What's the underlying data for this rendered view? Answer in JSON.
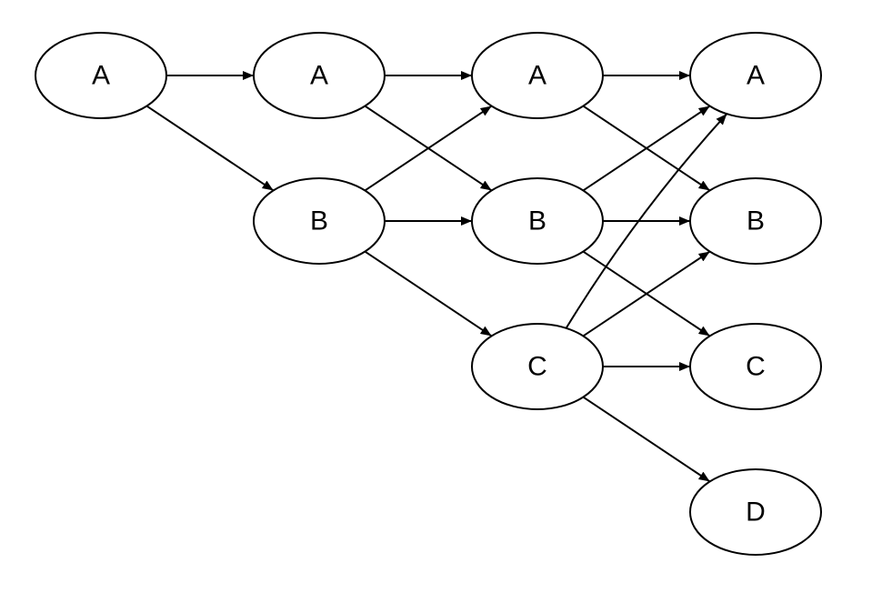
{
  "diagram": {
    "type": "directed-graph",
    "colors": {
      "stroke": "#000000",
      "fill": "#ffffff",
      "text": "#000000"
    },
    "nodes": [
      {
        "id": "A0",
        "label": "A"
      },
      {
        "id": "A1",
        "label": "A"
      },
      {
        "id": "B1",
        "label": "B"
      },
      {
        "id": "A2",
        "label": "A"
      },
      {
        "id": "B2",
        "label": "B"
      },
      {
        "id": "C2",
        "label": "C"
      },
      {
        "id": "A3",
        "label": "A"
      },
      {
        "id": "B3",
        "label": "B"
      },
      {
        "id": "C3",
        "label": "C"
      },
      {
        "id": "D3",
        "label": "D"
      }
    ],
    "edges": [
      {
        "from": "A0",
        "to": "A1"
      },
      {
        "from": "A0",
        "to": "B1"
      },
      {
        "from": "A1",
        "to": "A2"
      },
      {
        "from": "A1",
        "to": "B2"
      },
      {
        "from": "B1",
        "to": "A2"
      },
      {
        "from": "B1",
        "to": "B2"
      },
      {
        "from": "B1",
        "to": "C2"
      },
      {
        "from": "A2",
        "to": "A3"
      },
      {
        "from": "A2",
        "to": "B3"
      },
      {
        "from": "B2",
        "to": "A3"
      },
      {
        "from": "B2",
        "to": "B3"
      },
      {
        "from": "B2",
        "to": "C3"
      },
      {
        "from": "C2",
        "to": "A3"
      },
      {
        "from": "C2",
        "to": "B3"
      },
      {
        "from": "C2",
        "to": "C3"
      },
      {
        "from": "C2",
        "to": "D3"
      }
    ]
  }
}
